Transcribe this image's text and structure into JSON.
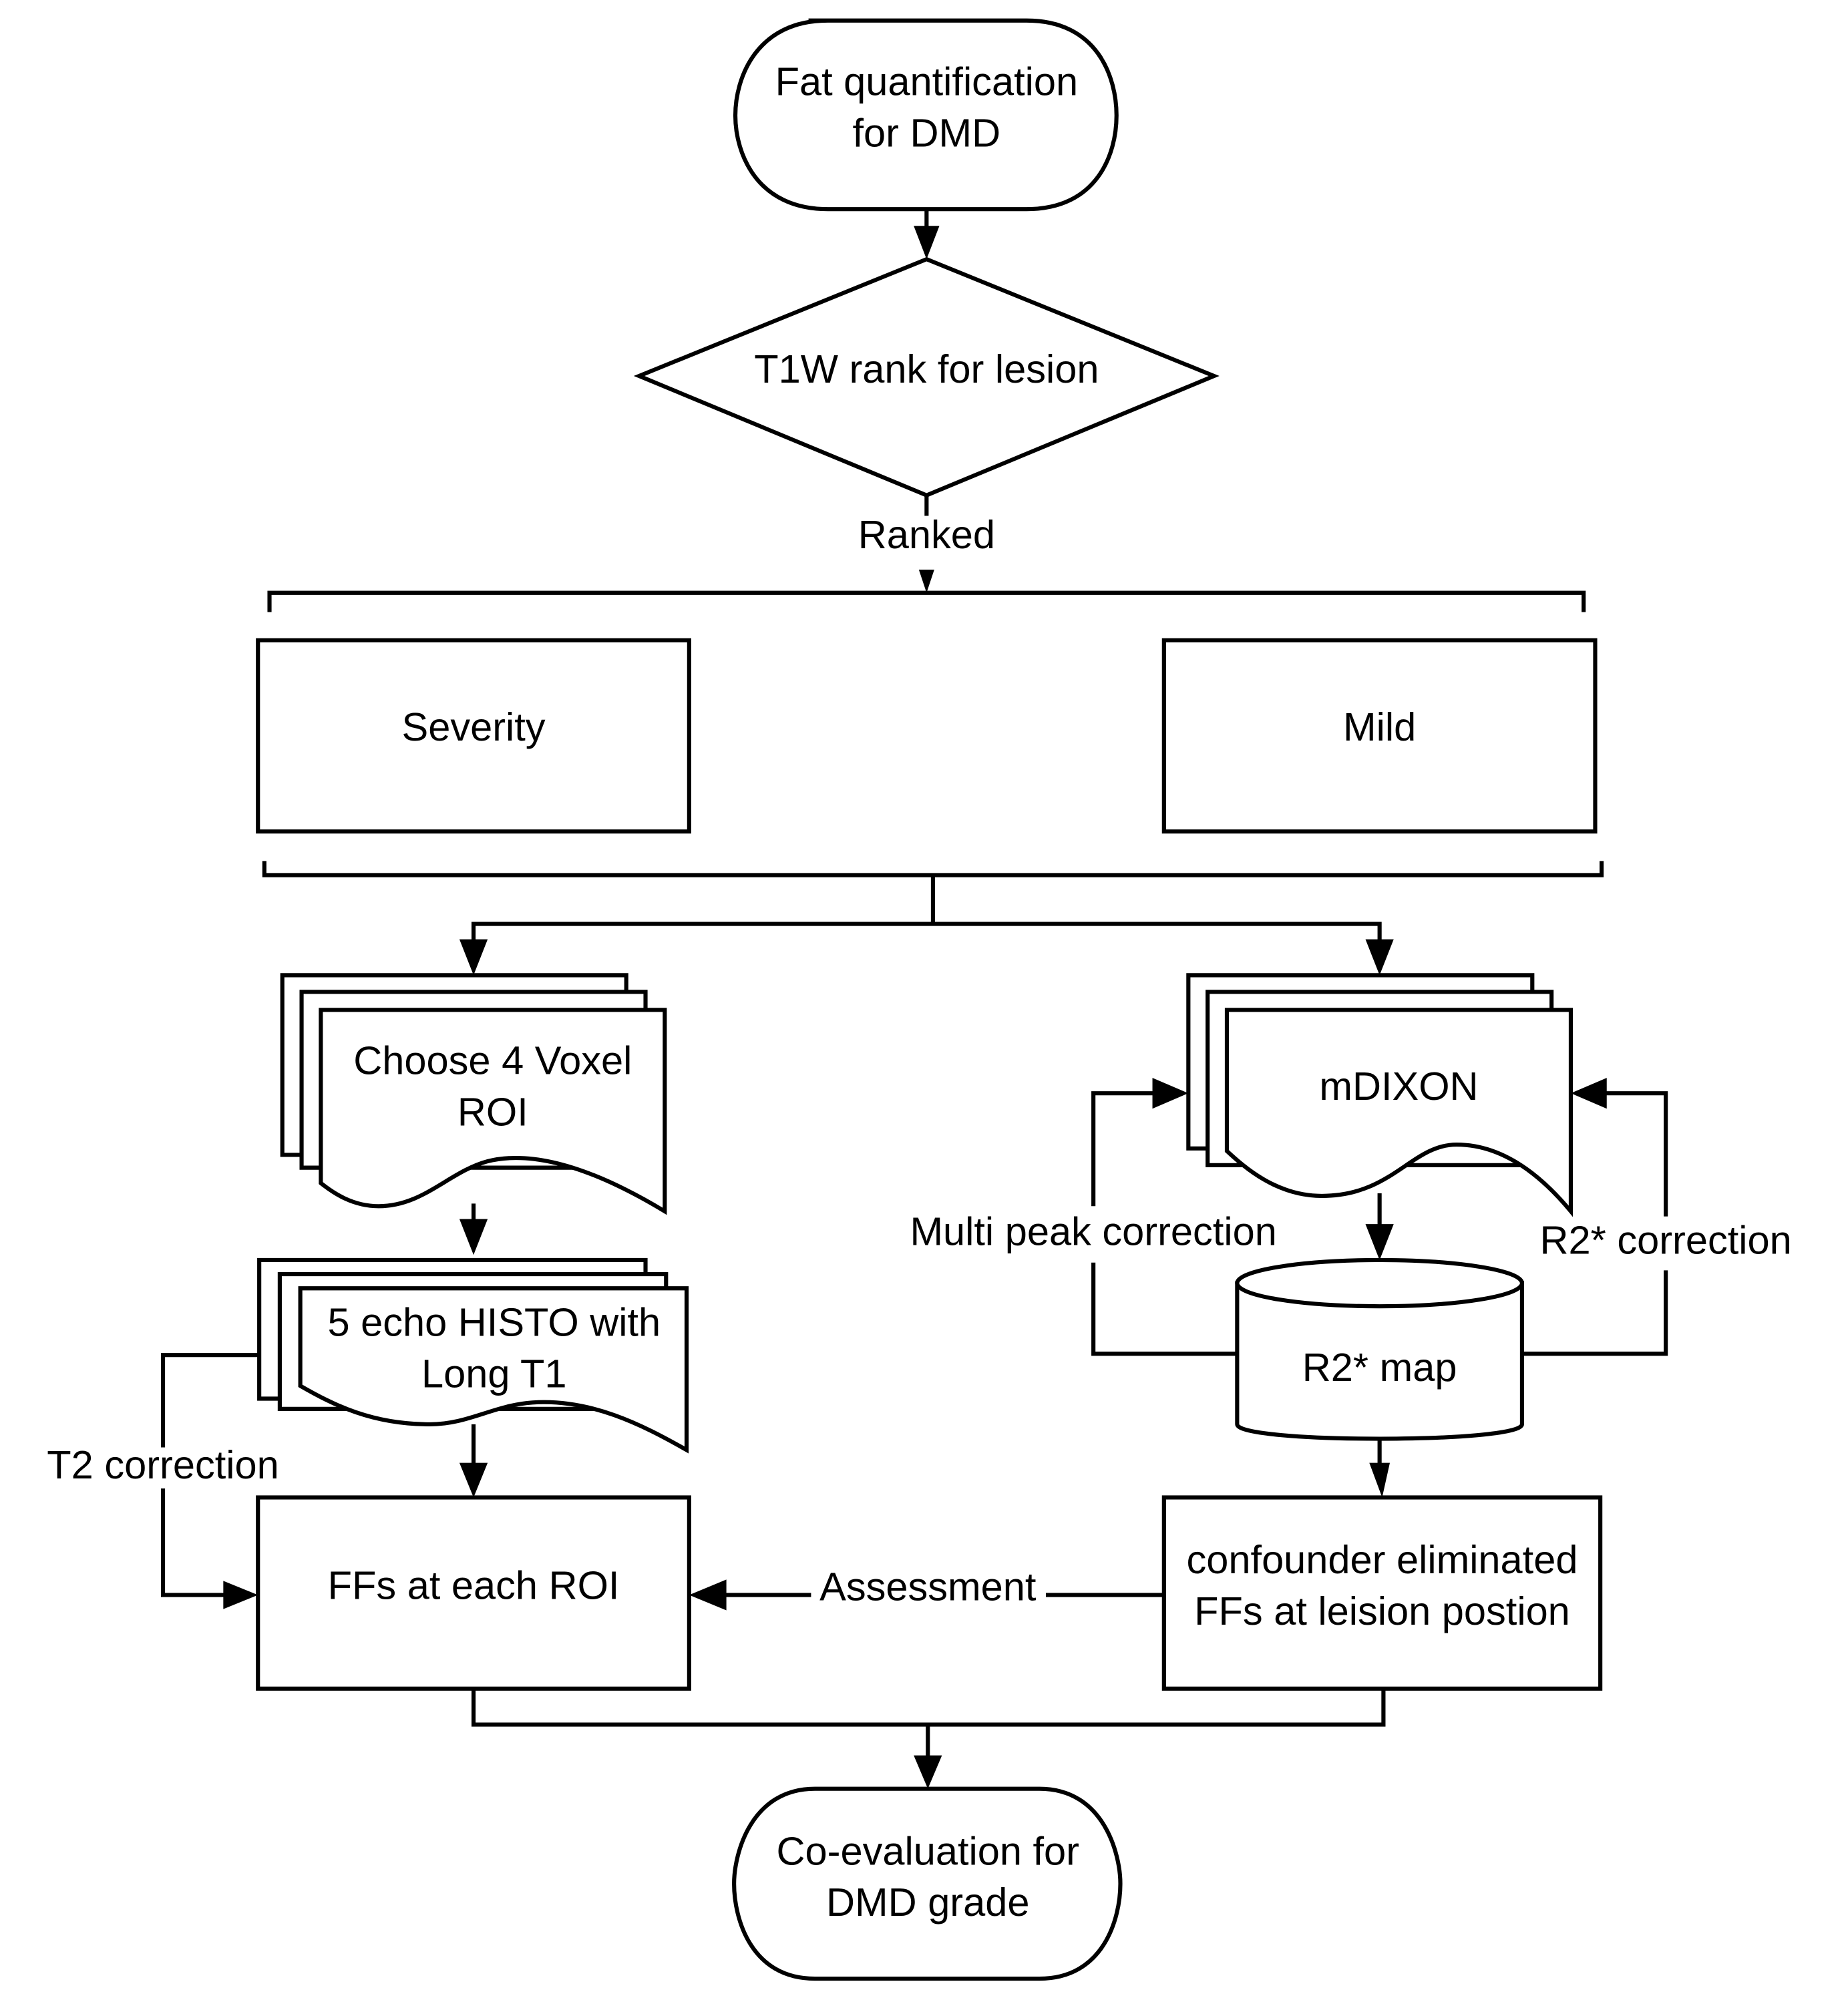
{
  "diagram": {
    "type": "flowchart",
    "colors": {
      "stroke": "#000000",
      "fill": "#ffffff",
      "text": "#000000"
    },
    "nodes": {
      "start": {
        "shape": "terminator",
        "lines": [
          "Fat quantification",
          "for DMD"
        ]
      },
      "decision": {
        "shape": "diamond",
        "lines": [
          "T1W rank for lesion"
        ]
      },
      "severity": {
        "shape": "process",
        "lines": [
          "Severity"
        ]
      },
      "mild": {
        "shape": "process",
        "lines": [
          "Mild"
        ]
      },
      "choose_roi": {
        "shape": "multi-document",
        "lines": [
          "Choose 4 Voxel",
          "ROI"
        ]
      },
      "histo": {
        "shape": "multi-document",
        "lines": [
          "5 echo HISTO with",
          "Long T1"
        ]
      },
      "ffs_roi": {
        "shape": "process",
        "lines": [
          "FFs at each ROI"
        ]
      },
      "mdixon": {
        "shape": "multi-document",
        "lines": [
          "mDIXON"
        ]
      },
      "r2_map": {
        "shape": "database",
        "lines": [
          "R2* map"
        ]
      },
      "confounder": {
        "shape": "process",
        "lines": [
          "confounder eliminated",
          "FFs at leision postion"
        ]
      },
      "end": {
        "shape": "terminator",
        "lines": [
          "Co-evaluation for",
          "DMD grade"
        ]
      }
    },
    "edge_labels": {
      "ranked": "Ranked",
      "t2_correction": "T2 correction",
      "multi_peak_correction": "Multi peak correction",
      "r2_correction": "R2* correction",
      "assessment": "Assessment"
    },
    "edges": [
      {
        "from": "start",
        "to": "decision",
        "label": ""
      },
      {
        "from": "decision",
        "to": "severity|mild",
        "label": "Ranked"
      },
      {
        "from": "severity|mild",
        "to": "choose_roi",
        "label": ""
      },
      {
        "from": "severity|mild",
        "to": "mdixon",
        "label": ""
      },
      {
        "from": "choose_roi",
        "to": "histo",
        "label": ""
      },
      {
        "from": "histo",
        "to": "ffs_roi",
        "label": ""
      },
      {
        "from": "histo",
        "to": "ffs_roi",
        "label": "T2 correction"
      },
      {
        "from": "mdixon",
        "to": "r2_map",
        "label": ""
      },
      {
        "from": "r2_map",
        "to": "mdixon",
        "label": "Multi peak correction"
      },
      {
        "from": "r2_map",
        "to": "mdixon",
        "label": "R2* correction"
      },
      {
        "from": "r2_map",
        "to": "confounder",
        "label": ""
      },
      {
        "from": "confounder",
        "to": "ffs_roi",
        "label": "Assessment"
      },
      {
        "from": "ffs_roi|confounder",
        "to": "end",
        "label": ""
      }
    ]
  }
}
